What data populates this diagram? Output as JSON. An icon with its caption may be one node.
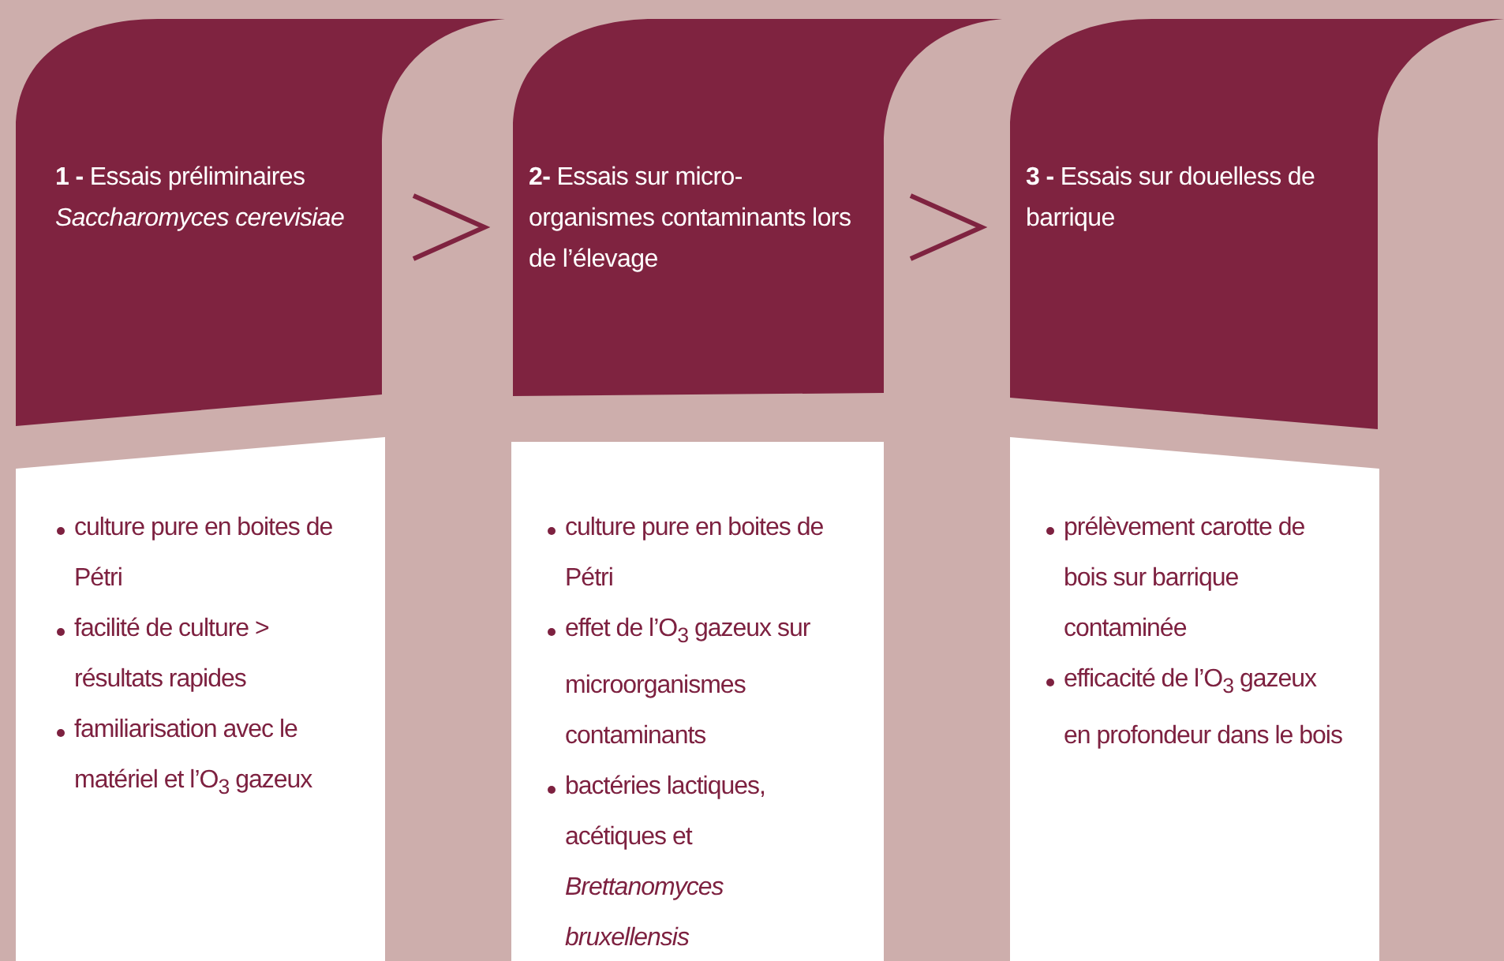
{
  "diagram": {
    "nodes": [
      {
        "text": [
          "**1 -** Essais préliminaires *Saccharomyces cerevisiae*"
        ]
      },
      {
        "text": [
          "**2-** Essais sur micro-organismes contaminants lors de l’élevage"
        ]
      },
      {
        "text": [
          "**3 -** Essais sur douelless de barrique"
        ]
      },
      {
        "text": [
          "culture pure en boites de Pétri",
          "facilité de culture > résultats rapides",
          "familiarisation avec le matériel et l’O$_{3}$ gazeux"
        ]
      },
      {
        "text": [
          "culture pure en boites de Pétri",
          "effet de l’O$_{3}$ gazeux sur microorganismes contaminants",
          "bactéries lactiques, acétiques et *Brettanomyces bruxellensis*"
        ]
      },
      {
        "text": [
          "prélèvement carotte de bois  sur barrique contaminée",
          "efficacité de l’O$_{3}$ gazeux en profondeur dans le bois"
        ]
      }
    ],
    "edges": [
      {
        "from": 0,
        "to": 1,
        "arrow": "to"
      },
      {
        "from": 1,
        "to": 2,
        "arrow": "to"
      }
    ]
  }
}
